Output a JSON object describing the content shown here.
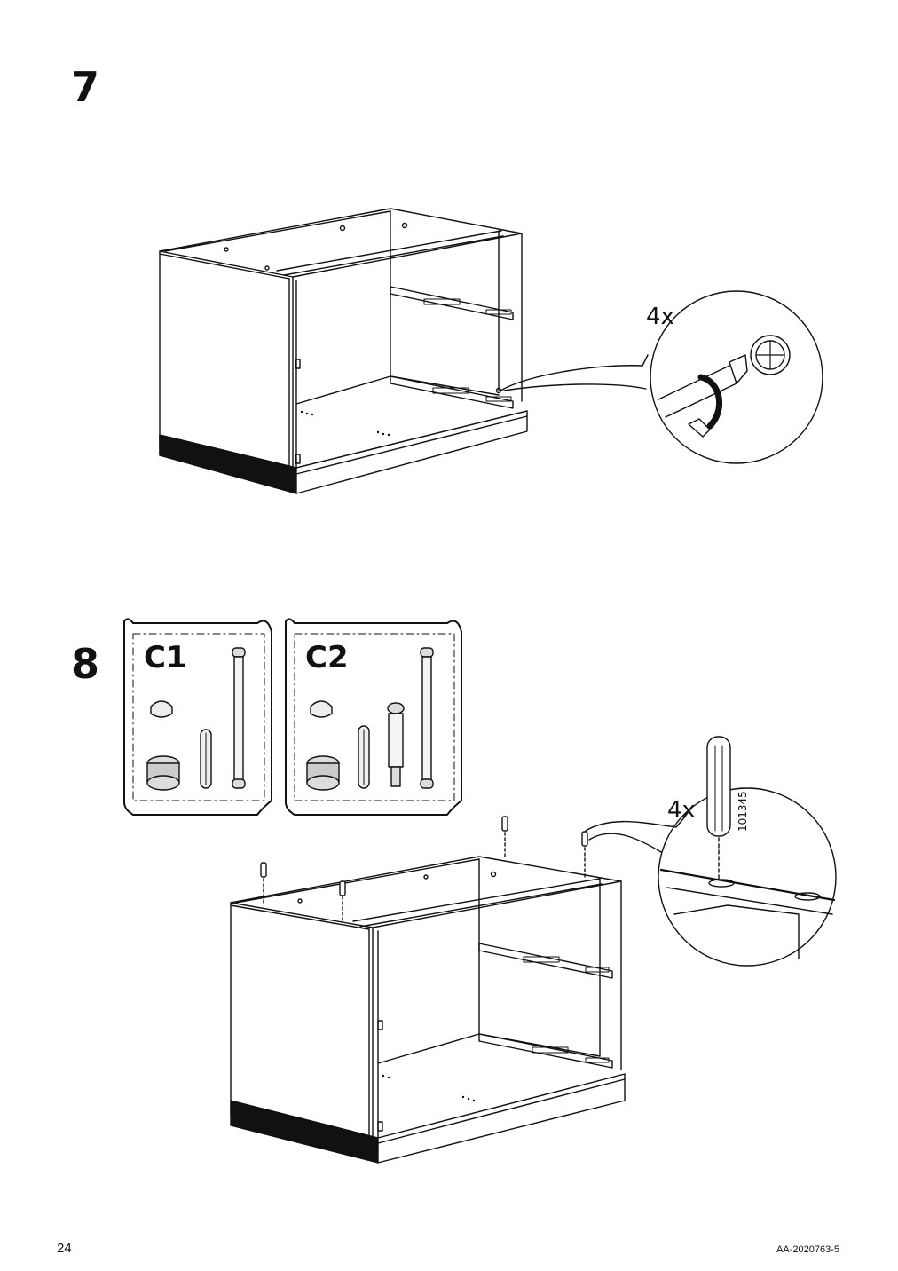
{
  "steps": [
    {
      "number": "7",
      "callout": {
        "quantity": "4x"
      }
    },
    {
      "number": "8",
      "kits": [
        {
          "label": "C1"
        },
        {
          "label": "C2"
        }
      ],
      "callout": {
        "quantity": "4x",
        "part_number": "101345"
      }
    }
  ],
  "footer": {
    "page_number": "24",
    "document_code": "AA-2020763-5"
  },
  "icons": [
    "screwdriver-icon",
    "rotation-arrow-icon",
    "cam-lock-icon",
    "wooden-dowel-icon",
    "plastic-cap-icon",
    "connector-bolt-icon"
  ]
}
